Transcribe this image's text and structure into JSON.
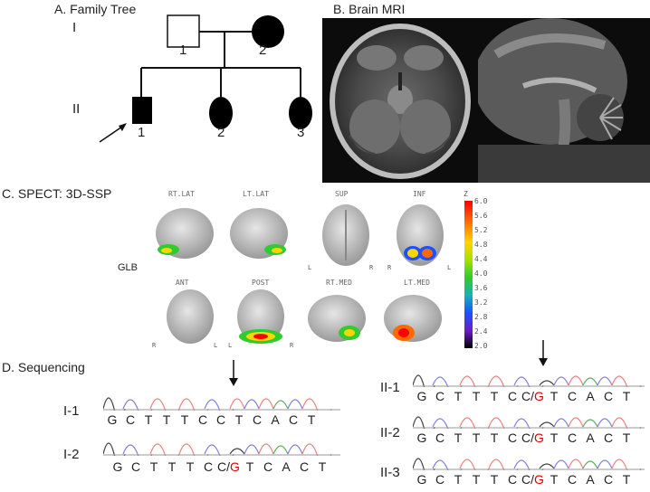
{
  "panel_a": {
    "title": "A. Family Tree",
    "gen1": "I",
    "gen2": "II",
    "i1": "1",
    "i2": "2",
    "ii1": "1",
    "ii2": "2",
    "ii3": "3"
  },
  "panel_b": {
    "title": "B. Brain MRI"
  },
  "panel_c": {
    "title": "C. SPECT: 3D-SSP",
    "row_label": "GLB",
    "views_top": [
      "RT.LAT",
      "LT.LAT",
      "SUP",
      "INF"
    ],
    "views_bottom": [
      "ANT",
      "POST",
      "RT.MED",
      "LT.MED"
    ],
    "colorbar_ticks": [
      "6.0",
      "5.6",
      "5.2",
      "4.8",
      "4.4",
      "4.0",
      "3.6",
      "3.2",
      "2.8",
      "2.4",
      "2.0"
    ],
    "colorbar_top": "Z",
    "lr": {
      "l": "L",
      "r": "R"
    }
  },
  "panel_d": {
    "title": "D. Sequencing",
    "subjects": [
      {
        "label": "I-1",
        "seq": [
          "G",
          "C",
          "T",
          "T",
          "T",
          "C",
          "C",
          "T",
          "C",
          "A",
          "C",
          "T"
        ]
      },
      {
        "label": "I-2",
        "seq": [
          "G",
          "C",
          "T",
          "T",
          "T",
          "C",
          "C/",
          "G",
          "T",
          "C",
          "A",
          "C",
          "T"
        ]
      },
      {
        "label": "II-1",
        "seq": [
          "G",
          "C",
          "T",
          "T",
          "T",
          "C",
          "C/",
          "G",
          "T",
          "C",
          "A",
          "C",
          "T"
        ]
      },
      {
        "label": "II-2",
        "seq": [
          "G",
          "C",
          "T",
          "T",
          "T",
          "C",
          "C/",
          "G",
          "T",
          "C",
          "A",
          "C",
          "T"
        ]
      },
      {
        "label": "II-3",
        "seq": [
          "G",
          "C",
          "T",
          "T",
          "T",
          "C",
          "C/",
          "G",
          "T",
          "C",
          "A",
          "C",
          "T"
        ]
      }
    ]
  },
  "colors": {
    "mutation": "#e00000",
    "trace_red": "#f08080",
    "trace_blue": "#8080e0",
    "trace_black": "#404040",
    "trace_green": "#60b060"
  }
}
